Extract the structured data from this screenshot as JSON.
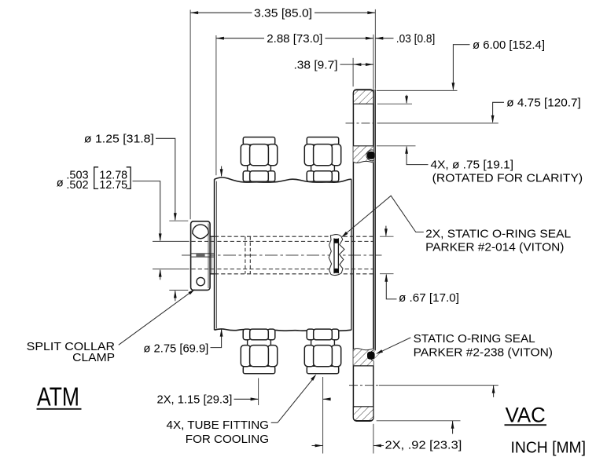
{
  "drawing": {
    "type": "engineering section view of a cooled vacuum window flange assembly",
    "units_note": "INCH [MM]",
    "sides": {
      "atmosphere": "ATM",
      "vacuum": "VAC"
    },
    "dimensions": {
      "overall_length": "3.35 [85.0]",
      "body_to_window": "2.88 [73.0]",
      "window_thickness": ".03 [0.8]",
      "flange_thickness": ".38 [9.7]",
      "flange_diameter": "ø 6.00 [152.4]",
      "bolt_circle_diameter": "ø 4.75 [120.7]",
      "clamp_diameter": "ø 1.25 [31.8]",
      "bore_symbol": "ø",
      "bore_inch_max": ".503",
      "bore_inch_min": ".502",
      "bore_mm_max": "12.78",
      "bore_mm_min": "12.75",
      "bolt_holes": "4X, ø .75 [19.1]",
      "bolt_holes_note": "(ROTATED FOR CLARITY)",
      "tube_diameter": "ø .67 [17.0]",
      "body_diameter": "ø 2.75 [69.9]",
      "fitting_spacing": "2X, 1.15 [29.3]",
      "fitting_to_face": "2X, .92 [23.3]"
    },
    "labels": {
      "clamp_line1": "SPLIT COLLAR",
      "clamp_line2": "CLAMP",
      "fitting_line1": "4X, TUBE FITTING",
      "fitting_line2": "FOR COOLING",
      "oring_small_line1": "2X, STATIC O-RING SEAL",
      "oring_small_line2": "PARKER #2-014 (VITON)",
      "oring_large_line1": "STATIC O-RING SEAL",
      "oring_large_line2": "PARKER #2-238 (VITON)",
      "atm": "ATM",
      "vac": "VAC",
      "units": "INCH [MM]"
    }
  }
}
